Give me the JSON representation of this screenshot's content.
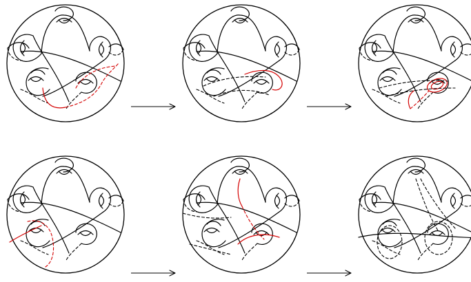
{
  "figure": {
    "panel_count": 6,
    "arrow_count": 4,
    "colors": {
      "ink": "#000000",
      "highlight": "#d40000",
      "background": "#ffffff"
    },
    "panels": [
      {
        "row": 1,
        "col": 1,
        "highlight_style": "red dashed and solid curve along lower-right handle"
      },
      {
        "row": 1,
        "col": 2,
        "highlight_style": "red solid arc across lower-right handle"
      },
      {
        "row": 1,
        "col": 3,
        "highlight_style": "red small loop around lower-right handle, red dashed arc"
      },
      {
        "row": 2,
        "col": 1,
        "highlight_style": "red solid and dashed curve on left side"
      },
      {
        "row": 2,
        "col": 2,
        "highlight_style": "red curve from top handle down to lower-right"
      },
      {
        "row": 2,
        "col": 3,
        "highlight_style": "none"
      }
    ]
  }
}
